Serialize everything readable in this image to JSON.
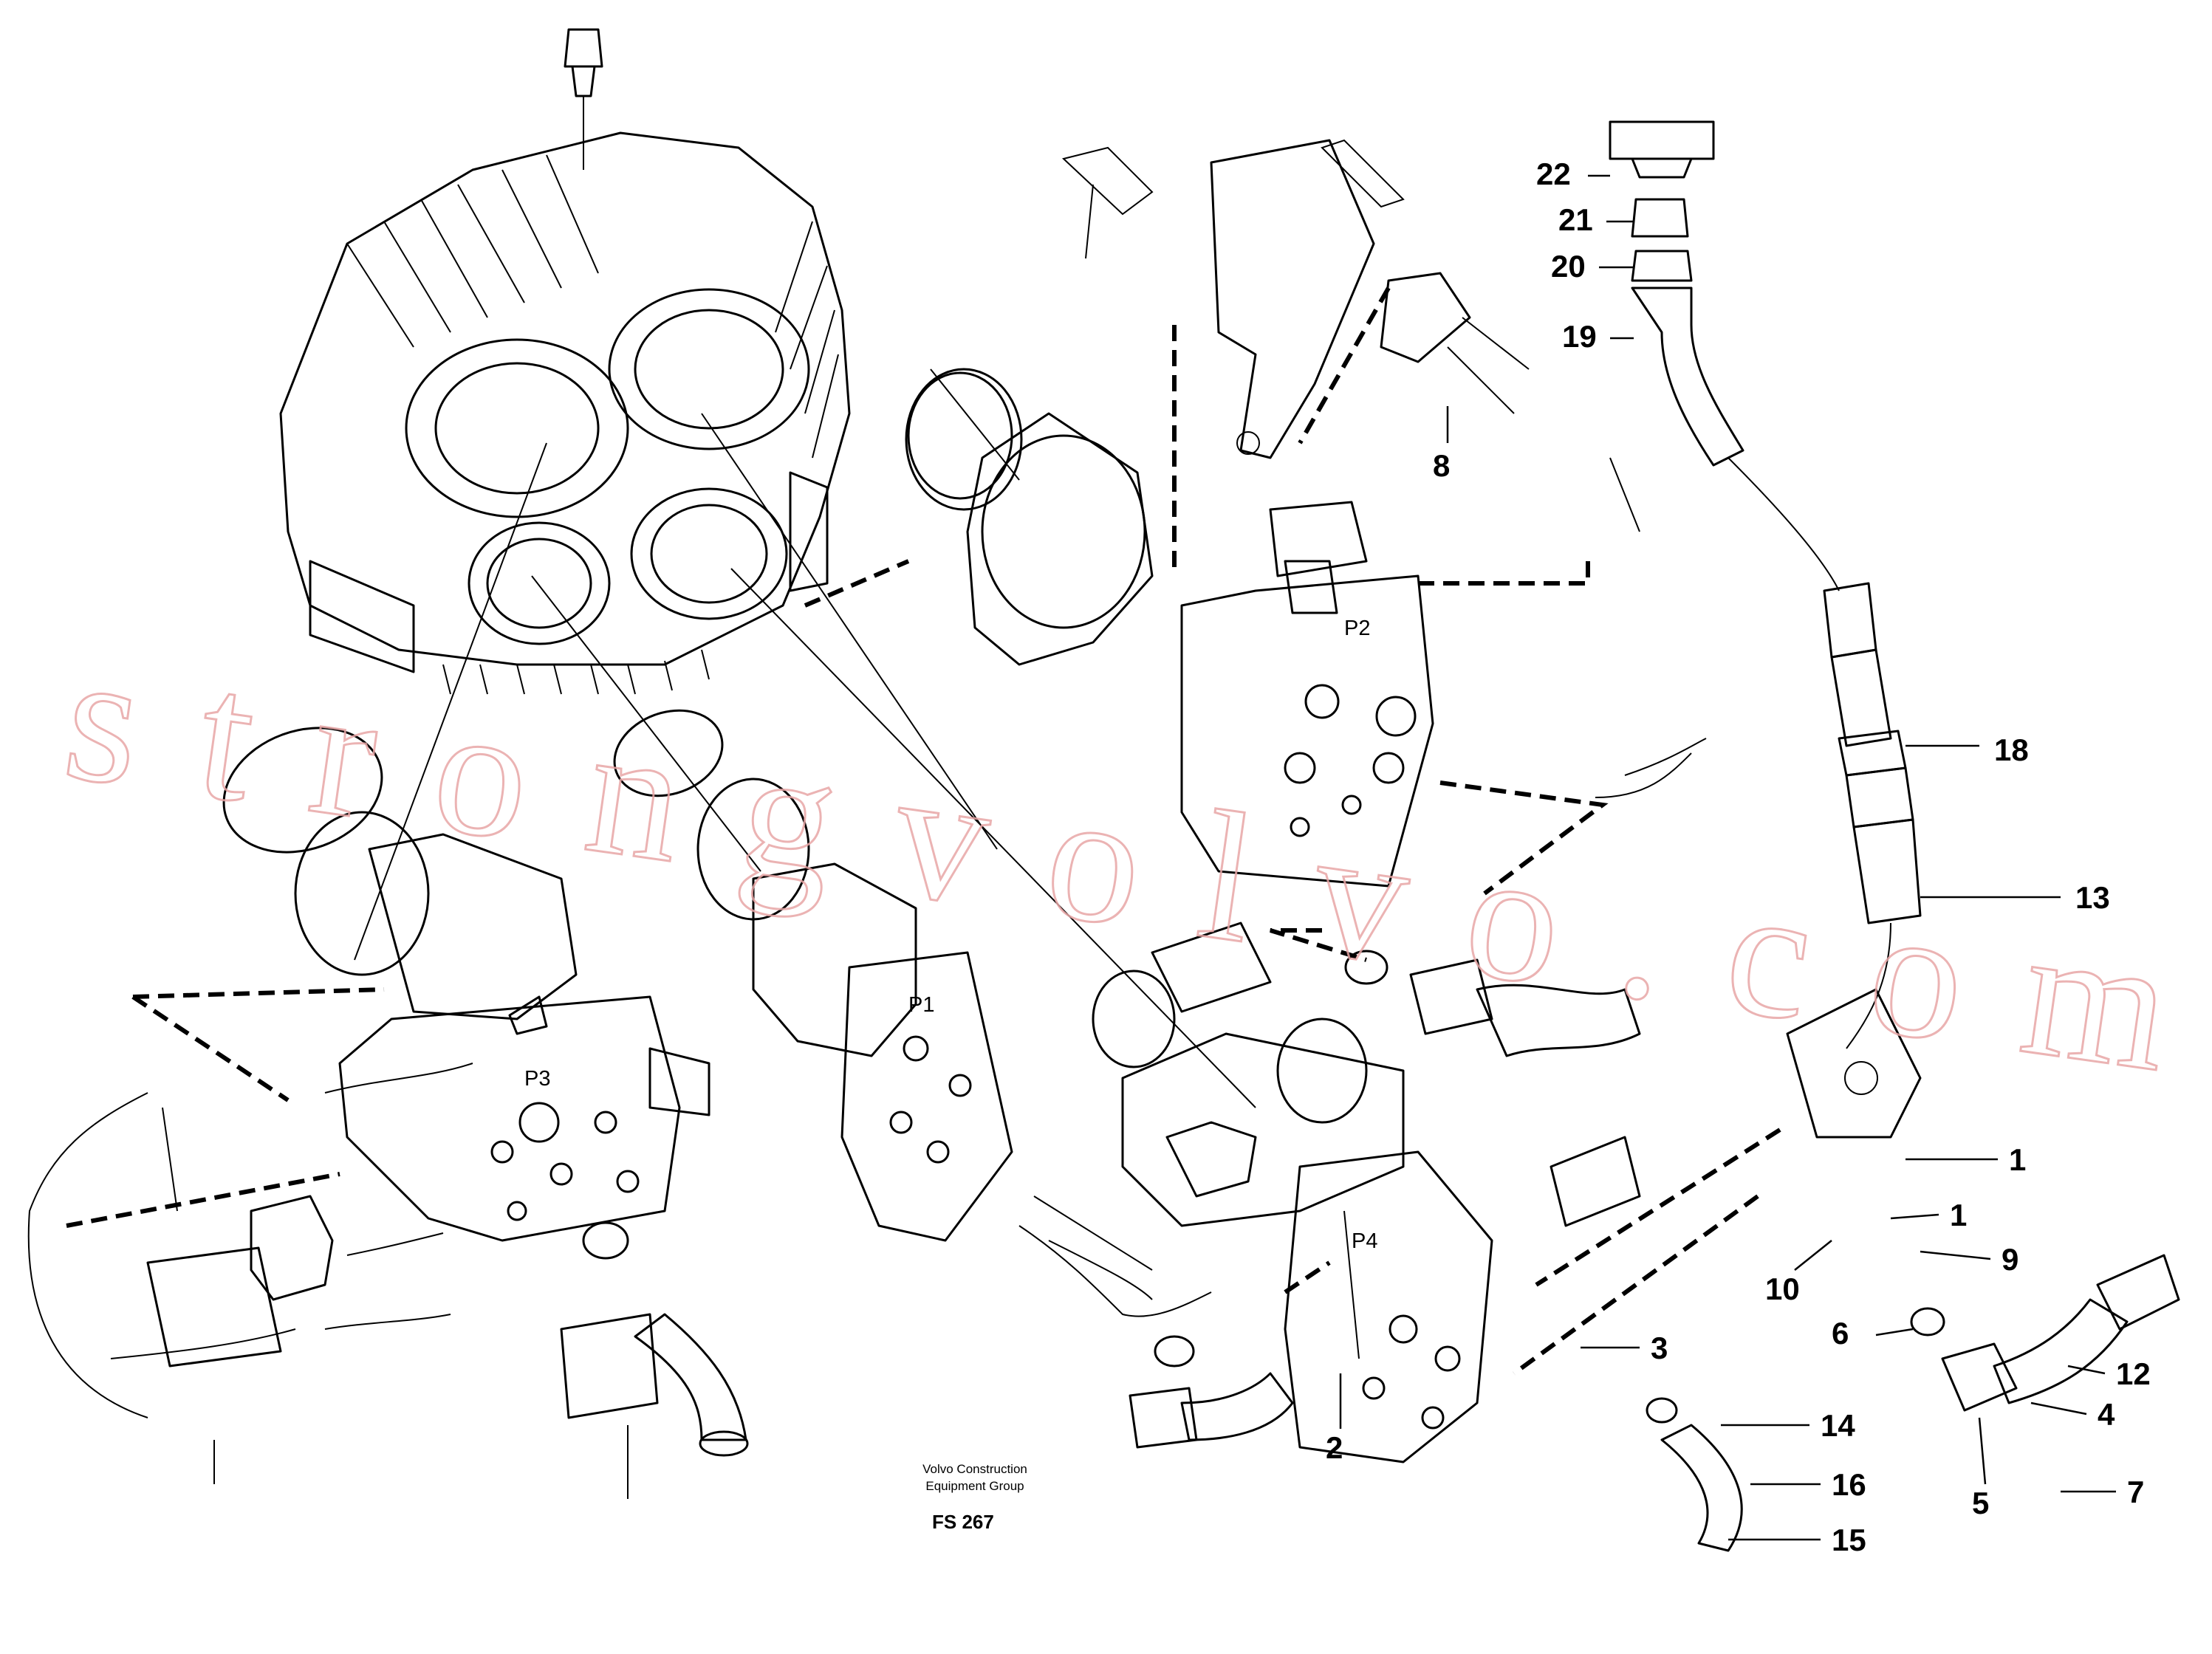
{
  "diagram": {
    "credit_line1": "Volvo Construction",
    "credit_line2": "Equipment Group",
    "figure_id": "FS 267",
    "watermark": "strongvolvo.com",
    "pump_marks": [
      "P1",
      "P2",
      "P3",
      "P4"
    ],
    "callouts": [
      "22",
      "21",
      "20",
      "19",
      "8",
      "18",
      "13",
      "1",
      "1",
      "9",
      "10",
      "3",
      "6",
      "12",
      "4",
      "14",
      "16",
      "15",
      "2",
      "5",
      "7"
    ]
  }
}
